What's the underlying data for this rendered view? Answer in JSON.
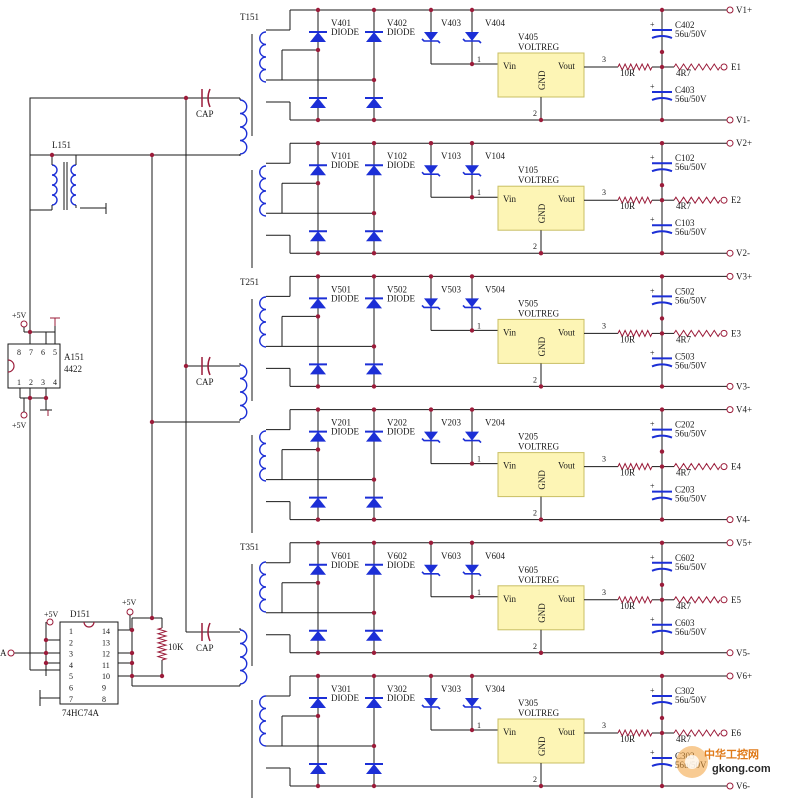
{
  "colors": {
    "wire": "#1a1a1a",
    "component": "#9b1c3a",
    "diode": "#1c2fd6",
    "regulator_fill": "#fdf5b5",
    "junction": "#9b1c3a",
    "watermark": "#e07b1a"
  },
  "left": {
    "L151": "L151",
    "A151": "A151",
    "A151_part": "4422",
    "D151": "D151",
    "D151_part": "74HC74A",
    "plus5v": "+5V",
    "resistor_10k": "10K",
    "port_A": "A",
    "cap": "CAP",
    "A151_pins_top": [
      "8",
      "7",
      "6",
      "5"
    ],
    "A151_pins_bottom": [
      "1",
      "2",
      "3",
      "4"
    ],
    "D151_pins_left": [
      "1",
      "2",
      "3",
      "4",
      "5",
      "6",
      "7"
    ],
    "D151_pins_right": [
      "14",
      "13",
      "12",
      "11",
      "10",
      "9",
      "8"
    ]
  },
  "transformers": [
    "T151",
    "T251",
    "T351"
  ],
  "stages": [
    {
      "d1": "V401",
      "d2": "V402",
      "d3": "V403",
      "d4": "V404",
      "reg": "V405",
      "c1": "C402",
      "c2": "C403",
      "vp": "V1+",
      "e": "E1",
      "vm": "V1-"
    },
    {
      "d1": "V101",
      "d2": "V102",
      "d3": "V103",
      "d4": "V104",
      "reg": "V105",
      "c1": "C102",
      "c2": "C103",
      "vp": "V2+",
      "e": "E2",
      "vm": "V2-"
    },
    {
      "d1": "V501",
      "d2": "V502",
      "d3": "V503",
      "d4": "V504",
      "reg": "V505",
      "c1": "C502",
      "c2": "C503",
      "vp": "V3+",
      "e": "E3",
      "vm": "V3-"
    },
    {
      "d1": "V201",
      "d2": "V202",
      "d3": "V203",
      "d4": "V204",
      "reg": "V205",
      "c1": "C202",
      "c2": "C203",
      "vp": "V4+",
      "e": "E4",
      "vm": "V4-"
    },
    {
      "d1": "V601",
      "d2": "V602",
      "d3": "V603",
      "d4": "V604",
      "reg": "V605",
      "c1": "C602",
      "c2": "C603",
      "vp": "V5+",
      "e": "E5",
      "vm": "V5-"
    },
    {
      "d1": "V301",
      "d2": "V302",
      "d3": "V303",
      "d4": "V304",
      "reg": "V305",
      "c1": "C302",
      "c2": "C303",
      "vp": "V6+",
      "e": "E6",
      "vm": "V6-"
    }
  ],
  "common": {
    "diode": "DIODE",
    "voltreg": "VOLTREG",
    "vin": "Vin",
    "vout": "Vout",
    "gnd": "GND",
    "pin1": "1",
    "pin2": "2",
    "pin3": "3",
    "cap_value": "56u/50V",
    "r1": "10R",
    "r2": "4R7"
  },
  "watermark": {
    "cn": "中华工控网",
    "url": "gkong.com"
  }
}
